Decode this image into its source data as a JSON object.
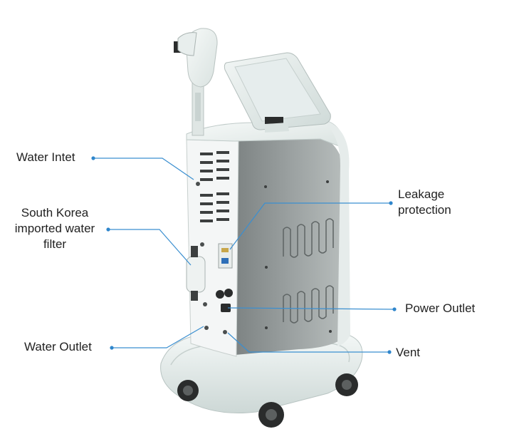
{
  "labels": {
    "water_inlet": "Water Intet",
    "filter": [
      "South Korea",
      "imported water",
      "filter"
    ],
    "water_outlet": "Water Outlet",
    "leakage": [
      "Leakage",
      "protection"
    ],
    "power_outlet": "Power Outlet",
    "vent": "Vent"
  },
  "colors": {
    "leader_line": "#3b8fd0",
    "leader_dot": "#2f86cc",
    "body_light": "#eef3f2",
    "body_panel": "#8f9595",
    "back_panel": "#f4f6f6",
    "wheel": "#2a2c2c"
  }
}
